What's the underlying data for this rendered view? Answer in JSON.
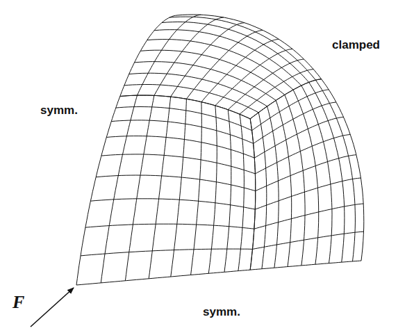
{
  "diagram": {
    "labels": [
      "symm.",
      "clamped",
      "F",
      "symm."
    ]
  }
}
